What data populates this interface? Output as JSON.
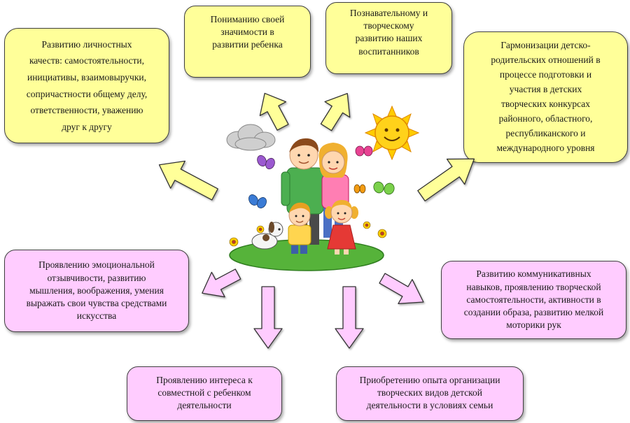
{
  "boxes": {
    "b1": "Развитию личностных\nкачеств: самостоятельности,\nинициативы, взаимовыручки,\nсопричастности общему делу,\nответственности, уважению\nдруг к другу",
    "b2": "Пониманию своей\nзначимости в\nразвитии ребенка",
    "b3": "Познавательному и\nтворческому\nразвитию наших\nвоспитанников",
    "b4": "Гармонизации детско-\nродительских отношений в\nпроцессе подготовки и\nучастия в детских\nтворческих конкурсах\nрайонного, областного,\nреспубликанского и\nмеждународного уровня",
    "b5": "Проявлению эмоциональной\nотзывчивости, развитию\nмышления, воображения, умения\nвыражать свои чувства средствами\nискусства",
    "b6": "Развитию коммуникативных\nнавыков, проявлению творческой\nсамостоятельности, активности в\nсоздании образа, развитию мелкой\nмоторики  рук",
    "b7": "Проявлению интереса к\nсовместной с ребенком\nдеятельности",
    "b8": "Приобретению опыта организации\nтворческих видов детской\nдеятельности в условиях семьи"
  },
  "colors": {
    "yellow_fill": "#ffff99",
    "pink_fill": "#ffccff",
    "border": "#3f3f3f"
  }
}
